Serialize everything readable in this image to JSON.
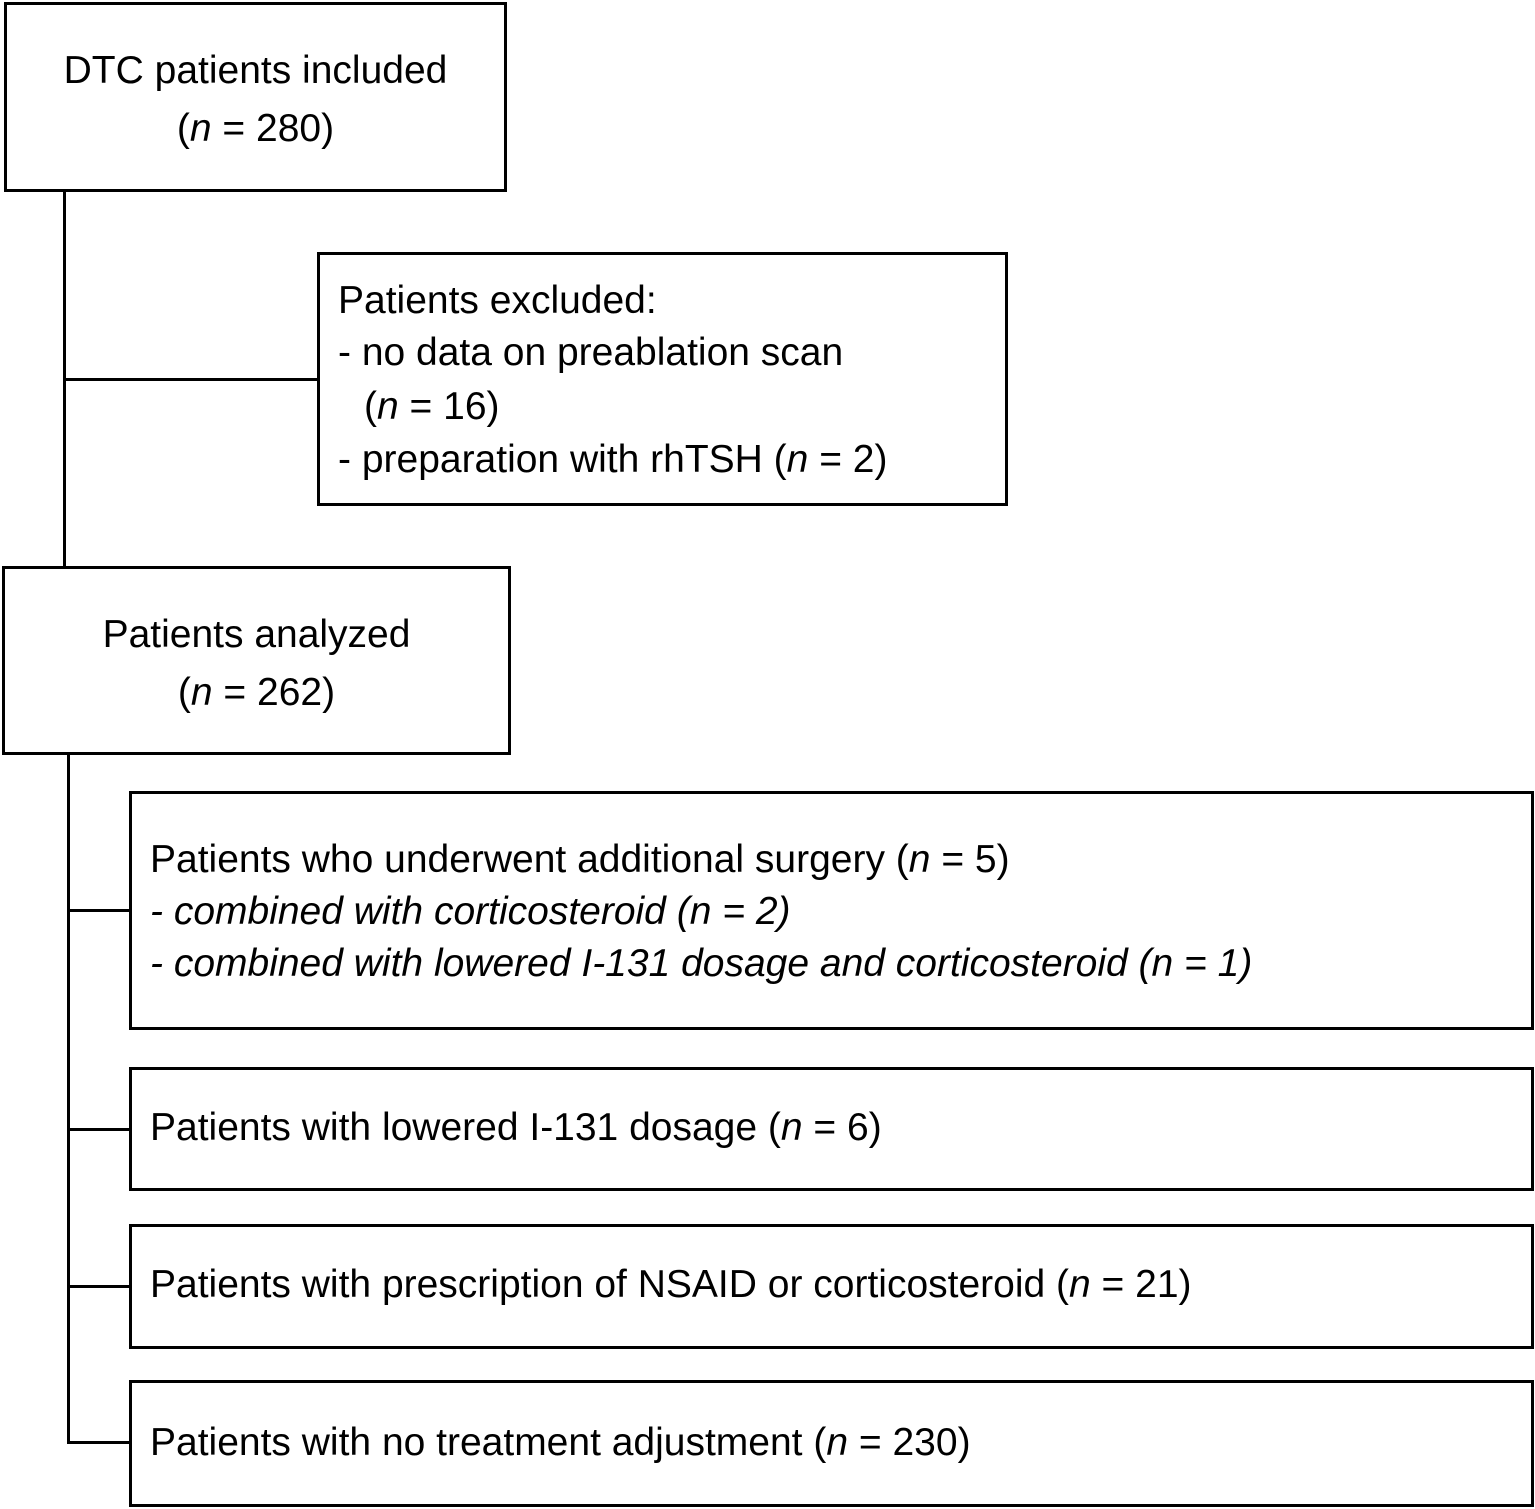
{
  "diagram": {
    "included": {
      "title": "DTC patients included",
      "count_prefix": "(",
      "count_var": "n",
      "count_suffix": " = 280)"
    },
    "excluded": {
      "title": "Patients excluded:",
      "reason1_line1": "- no data on preablation scan",
      "reason1_line2_prefix": "(",
      "reason1_var": "n",
      "reason1_line2_suffix": " = 16)",
      "reason2_prefix": "- preparation with rhTSH (",
      "reason2_var": "n",
      "reason2_suffix": " = 2)"
    },
    "analyzed": {
      "title": "Patients analyzed",
      "count_prefix": "(",
      "count_var": "n",
      "count_suffix": " = 262)"
    },
    "surgery": {
      "line1_prefix": "Patients who underwent additional surgery (",
      "line1_var": "n",
      "line1_suffix": " = 5)",
      "line2": "- combined with corticosteroid (n = 2)",
      "line3": "- combined with lowered I-131 dosage and corticosteroid (n = 1)"
    },
    "lowered": {
      "prefix": "Patients with lowered I-131 dosage (",
      "var": "n",
      "suffix": " = 6)"
    },
    "nsaid": {
      "prefix": "Patients with prescription of NSAID or corticosteroid (",
      "var": "n",
      "suffix": " = 21)"
    },
    "noadjust": {
      "prefix": "Patients with no treatment adjustment (",
      "var": "n",
      "suffix": " = 230)"
    }
  }
}
